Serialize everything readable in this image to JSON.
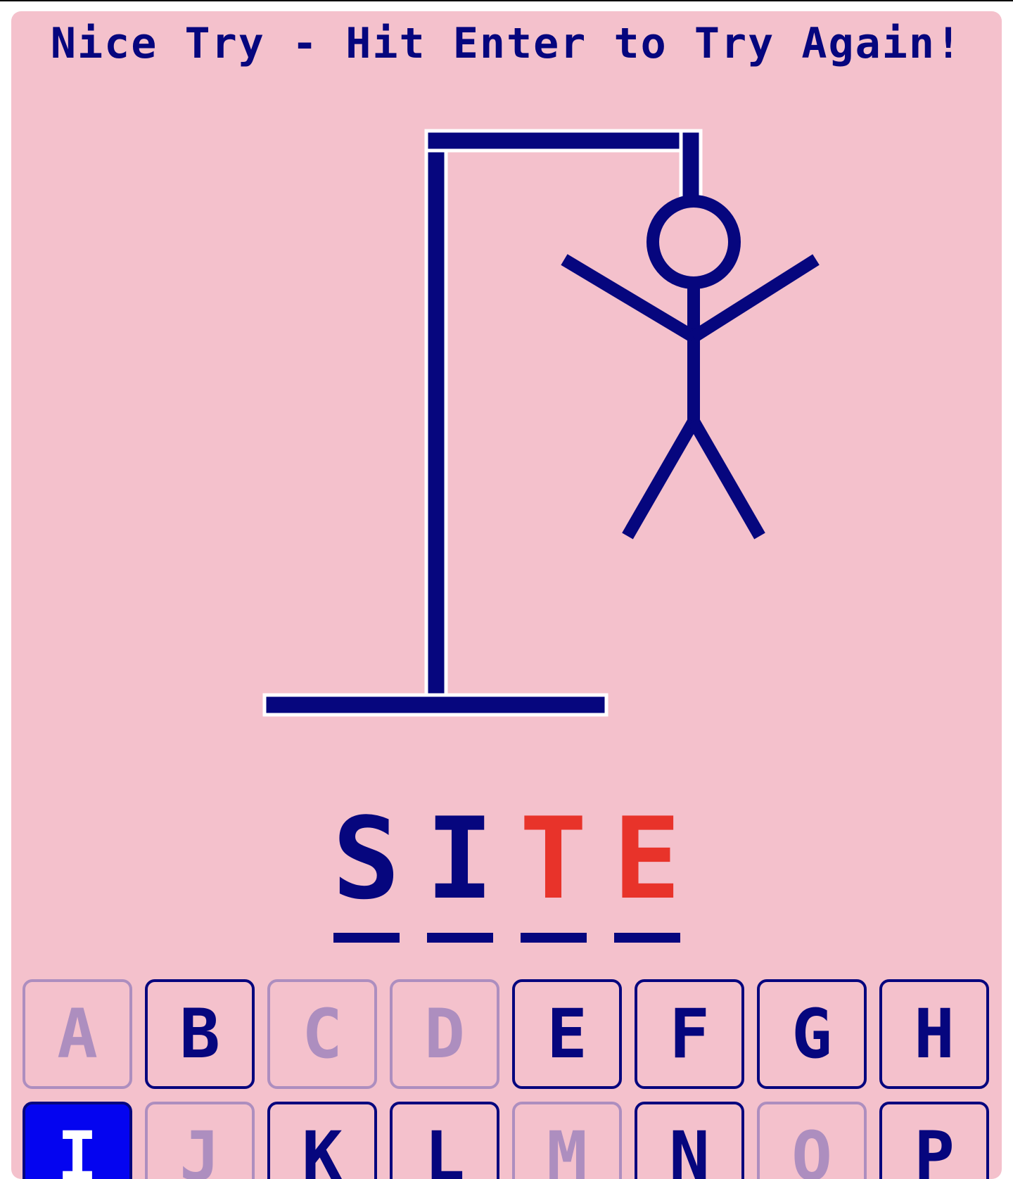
{
  "game": {
    "status_message": "Nice Try - Hit Enter to Try Again!"
  },
  "colors": {
    "background": "#f4c1cc",
    "ink": "#06067e",
    "revealed_missing": "#e8332a",
    "disabled": "#ad8ebf",
    "selected_bg": "#0404f0",
    "selected_text": "#ffffff",
    "outline": "#ffffff"
  },
  "word": {
    "letters": [
      {
        "char": "S",
        "state": "guessed"
      },
      {
        "char": "I",
        "state": "guessed"
      },
      {
        "char": "T",
        "state": "missed"
      },
      {
        "char": "E",
        "state": "missed"
      }
    ]
  },
  "keyboard": {
    "keys": [
      {
        "letter": "A",
        "state": "used"
      },
      {
        "letter": "B",
        "state": "available"
      },
      {
        "letter": "C",
        "state": "used"
      },
      {
        "letter": "D",
        "state": "used"
      },
      {
        "letter": "E",
        "state": "available"
      },
      {
        "letter": "F",
        "state": "available"
      },
      {
        "letter": "G",
        "state": "available"
      },
      {
        "letter": "H",
        "state": "available"
      },
      {
        "letter": "I",
        "state": "selected"
      },
      {
        "letter": "J",
        "state": "used"
      },
      {
        "letter": "K",
        "state": "available"
      },
      {
        "letter": "L",
        "state": "available"
      },
      {
        "letter": "M",
        "state": "used"
      },
      {
        "letter": "N",
        "state": "available"
      },
      {
        "letter": "O",
        "state": "used"
      },
      {
        "letter": "P",
        "state": "available"
      }
    ]
  },
  "hangman": {
    "parts_shown": [
      "head",
      "body",
      "left-arm",
      "right-arm",
      "left-leg",
      "right-leg"
    ]
  }
}
